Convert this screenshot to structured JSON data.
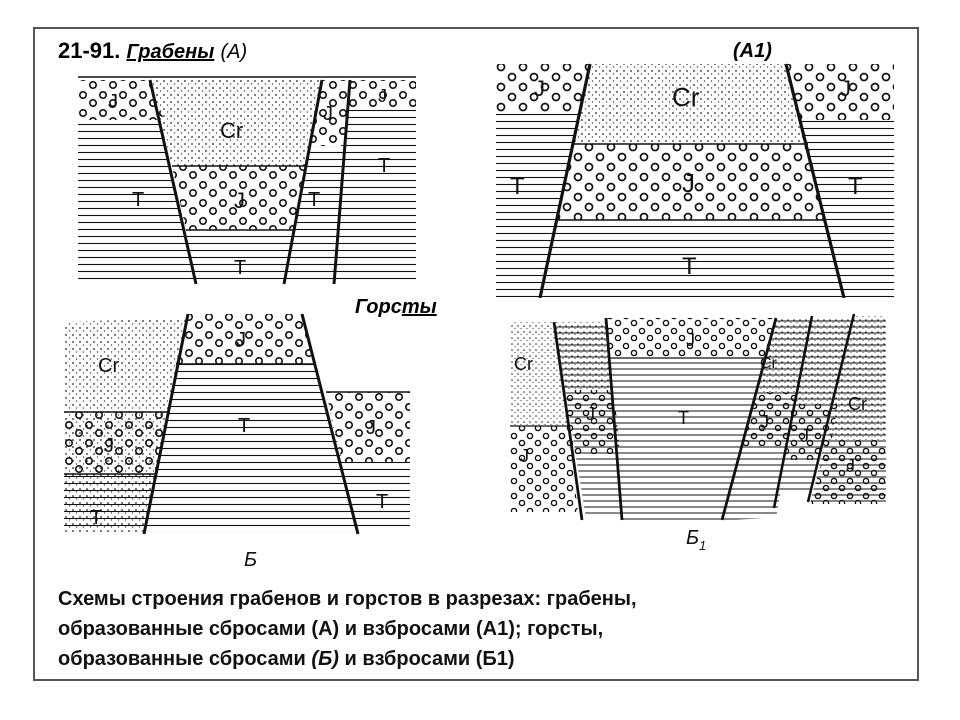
{
  "title": {
    "number": "21-91.",
    "label": "Грабены",
    "tag_a": "(А)",
    "tag_a1": "(А1)"
  },
  "horsts_label": {
    "part1": "Горс",
    "part2": "ты"
  },
  "layers": {
    "cr": "Cr",
    "j": "J",
    "t": "T"
  },
  "panel_labels": {
    "b": "Б",
    "b1_main": "Б",
    "b1_sub": "1"
  },
  "caption": {
    "line1": "Схемы строения грабенов и горстов в разрезах: грабены,",
    "line2": "образованные сбросами (А) и взбросами (А1); горсты,",
    "line3_a": "образованные сбросами ",
    "line3_b": "(Б)",
    "line3_c": " и взбросами (Б1)"
  },
  "colors": {
    "ink": "#111111",
    "frame": "#555555"
  }
}
